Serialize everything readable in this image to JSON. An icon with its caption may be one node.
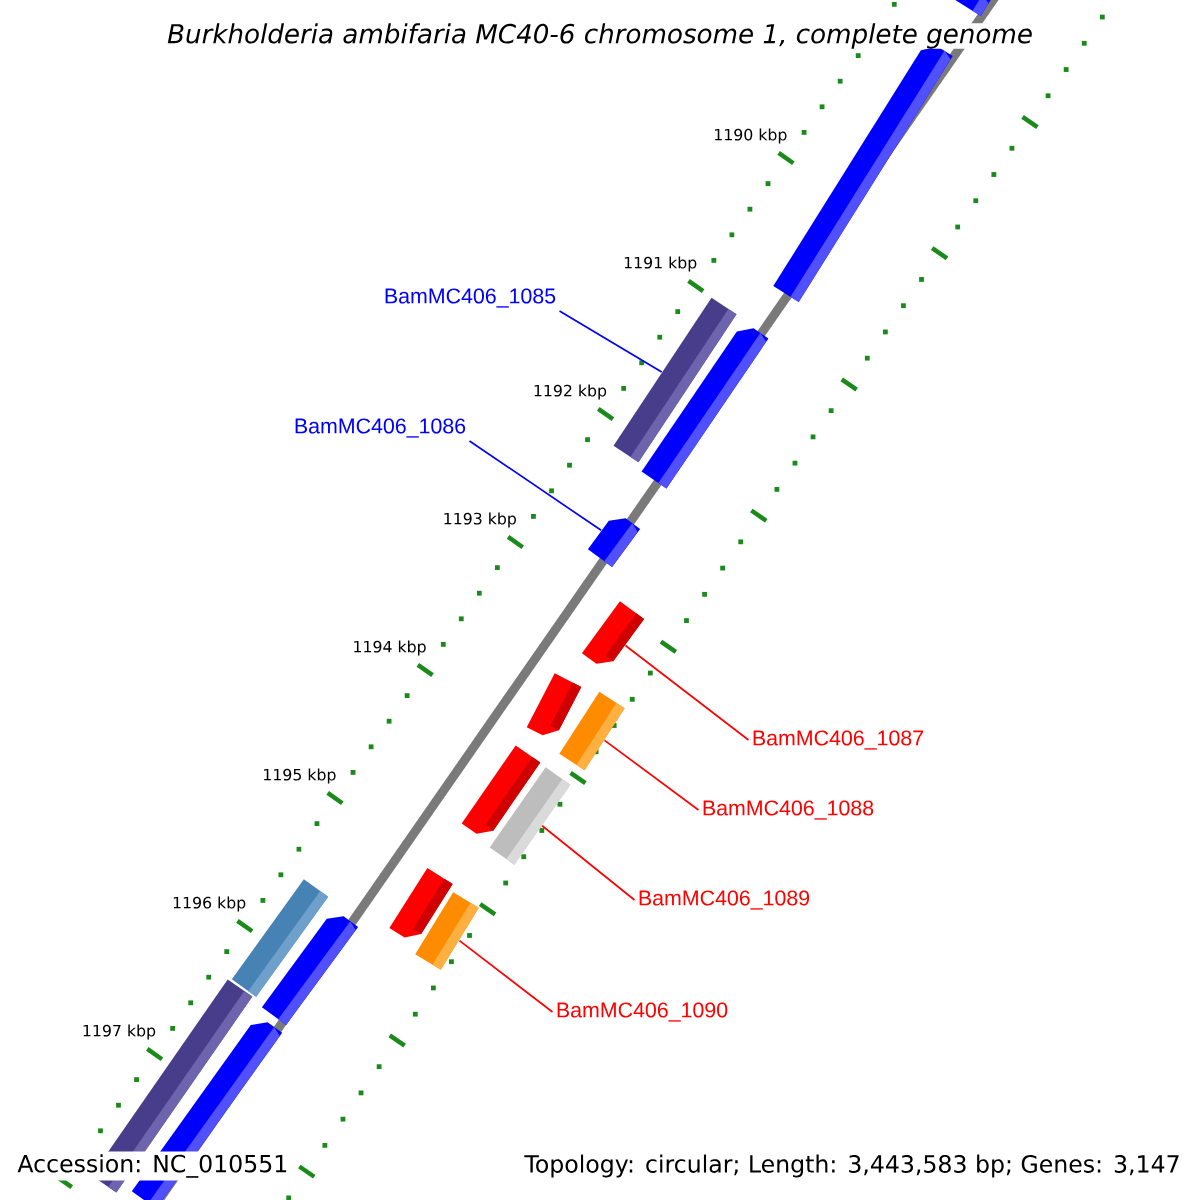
{
  "diagram": {
    "title": "*Burkholderia ambifaria* MC40-6 chromosome 1, complete genome",
    "nodes": [
      {
        "text": [
          "BamMC406_1085"
        ]
      },
      {
        "text": [
          "BamMC406_1086"
        ]
      },
      {
        "text": [
          "BamMC406_1087"
        ]
      },
      {
        "text": [
          "BamMC406_1088"
        ]
      },
      {
        "text": [
          "BamMC406_1089"
        ]
      },
      {
        "text": [
          "BamMC406_1090"
        ]
      },
      {
        "text": [],
        "shape": "bar"
      },
      {
        "text": [],
        "shape": "bar"
      },
      {
        "text": [],
        "shape": "bar"
      },
      {
        "text": [],
        "shape": "bar"
      },
      {
        "text": [],
        "shape": "bar"
      },
      {
        "text": [],
        "shape": "bar"
      },
      {
        "text": [],
        "shape": "bar"
      },
      {
        "text": [],
        "shape": "bar"
      },
      {
        "text": [],
        "shape": "bar"
      },
      {
        "text": [],
        "shape": "bar"
      },
      {
        "text": [],
        "shape": "bar"
      },
      {
        "text": [],
        "shape": "bar"
      },
      {
        "text": [],
        "shape": "bar"
      },
      {
        "text": [],
        "shape": "bar"
      },
      {
        "text": [],
        "shape": "bar"
      },
      {
        "text": [],
        "shape": "bar"
      }
    ],
    "edges": [
      {
        "from": 0,
        "to": 8,
        "arrow": "none",
        "color": "#0000ff"
      },
      {
        "from": 1,
        "to": 10,
        "arrow": "none",
        "color": "#0000ff"
      },
      {
        "from": 2,
        "to": 11,
        "arrow": "none"
      },
      {
        "from": 3,
        "to": 13,
        "arrow": "none"
      },
      {
        "from": 4,
        "to": 15,
        "arrow": "none"
      },
      {
        "from": 5,
        "to": 17,
        "arrow": "none"
      }
    ],
    "labels": [
      "1190 kbp",
      "1191 kbp",
      "1192 kbp",
      "1193 kbp",
      "1194 kbp",
      "1195 kbp",
      "1196 kbp",
      "1197 kbp",
      "Accession: NC_010551",
      "Topology: circular; Length: 3,443,583 bp; Genes: 3,147"
    ]
  }
}
